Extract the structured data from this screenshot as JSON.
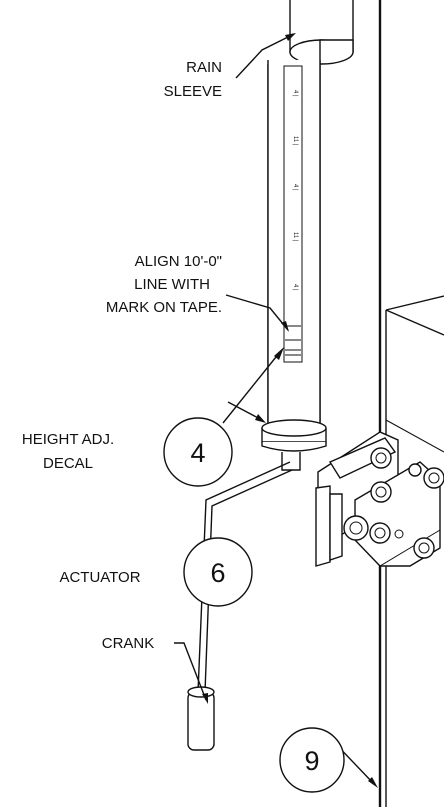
{
  "labels": {
    "rain_sleeve_line1": "RAIN",
    "rain_sleeve_line2": "SLEEVE",
    "align_line1": "ALIGN 10'-0\"",
    "align_line2": "LINE WITH",
    "align_line3": "MARK ON TAPE.",
    "height_adj_line1": "HEIGHT ADJ.",
    "height_adj_line2": "DECAL",
    "actuator": "ACTUATOR",
    "crank": "CRANK"
  },
  "callouts": {
    "height_adj_decal": "4",
    "actuator": "6",
    "pole": "9"
  }
}
